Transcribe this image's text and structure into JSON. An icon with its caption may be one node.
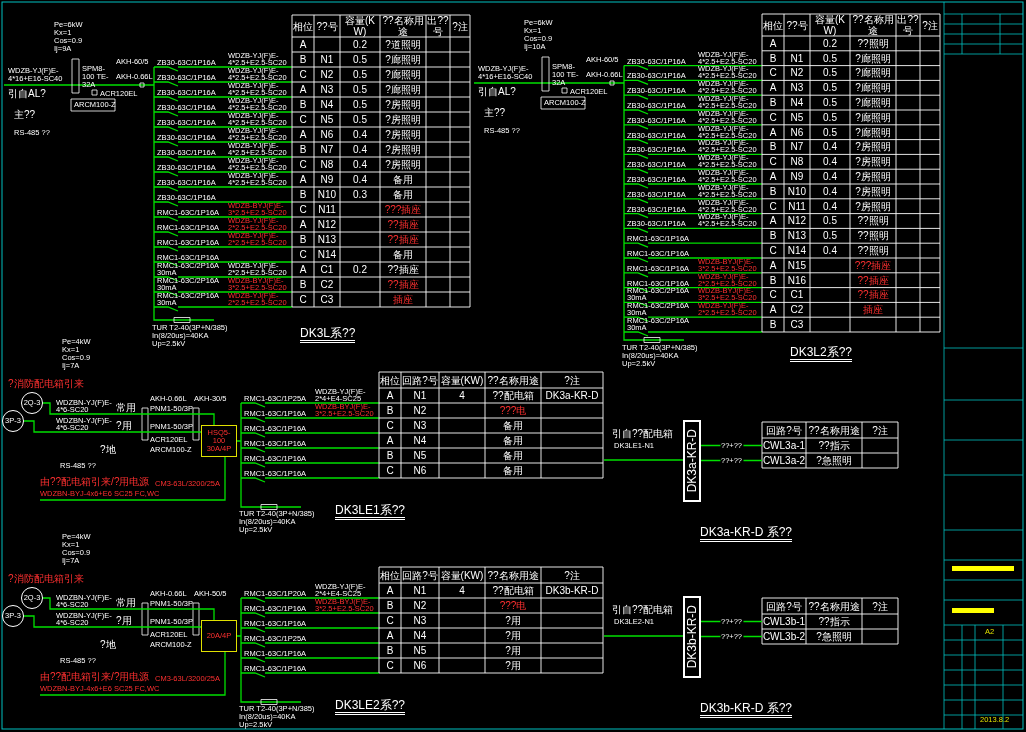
{
  "diagram": {
    "nodes": [
      {
        "text": [
          "DK3a-KR-D"
        ]
      },
      {
        "text": [
          "DK3b-KR-D"
        ]
      },
      {
        "text": [
          "HSQ5-100 30A/4P"
        ]
      },
      {
        "text": [
          "20A/4P"
        ]
      },
      {
        "text": [
          "2Q-3"
        ]
      },
      {
        "text": [
          "3P-3"
        ]
      },
      {
        "text": [
          "2Q-3"
        ]
      },
      {
        "text": [
          "3P-3"
        ]
      },
      {
        "text": [
          "CWL3a-1"
        ]
      },
      {
        "text": [
          "CWL3a-2"
        ]
      },
      {
        "text": [
          "CWL3b-1"
        ]
      },
      {
        "text": [
          "CWL3b-2"
        ]
      }
    ],
    "edges": [
      {
        "from": null,
        "to": 0,
        "arrow": "none"
      },
      {
        "from": 0,
        "to": 8,
        "arrow": "none",
        "label": "??+??"
      },
      {
        "from": 0,
        "to": 9,
        "arrow": "none",
        "label": "??+??"
      },
      {
        "from": null,
        "to": 1,
        "arrow": "none"
      },
      {
        "from": 1,
        "to": 10,
        "arrow": "none",
        "label": "??+??"
      },
      {
        "from": 1,
        "to": 11,
        "arrow": "none",
        "label": "??+??"
      },
      {
        "from": 4,
        "to": 2,
        "arrow": "none"
      },
      {
        "from": 5,
        "to": 2,
        "arrow": "none"
      },
      {
        "from": 6,
        "to": 3,
        "arrow": "none"
      },
      {
        "from": 7,
        "to": 3,
        "arrow": "none"
      }
    ],
    "labels": [
      "Pe=6kW Kx=1 Cos=0.9 Ij=9A",
      "WDZB-YJ(F)E-4*16+E16-SC40",
      "引自AL?",
      "SPM8-100 TE-32A",
      "AKH-0.66L",
      "AKH-60/5",
      "ACR120EL",
      "ARCM100-Z",
      "主??",
      "RS-485 ??",
      "ZB30-63C/1P16A",
      "WDZB-YJ(F)E-4*2.5+E2.5-SC20",
      "ZB30-63C/1P16A",
      "WDZB-YJ(F)E-4*2.5+E2.5-SC20",
      "ZB30-63C/1P16A",
      "WDZB-YJ(F)E-4*2.5+E2.5-SC20",
      "ZB30-63C/1P16A",
      "WDZB-YJ(F)E-4*2.5+E2.5-SC20",
      "ZB30-63C/1P16A",
      "WDZB-YJ(F)E-4*2.5+E2.5-SC20",
      "ZB30-63C/1P16A",
      "WDZB-YJ(F)E-4*2.5+E2.5-SC20",
      "ZB30-63C/1P16A",
      "WDZB-YJ(F)E-4*2.5+E2.5-SC20",
      "ZB30-63C/1P16A",
      "WDZB-YJ(F)E-4*2.5+E2.5-SC20",
      "ZB30-63C/1P16A",
      "WDZB-YJ(F)E-4*2.5+E2.5-SC20",
      "ZB30-63C/1P16A",
      "RMC1-63C/1P16A",
      "WDZB-BYJ(F)E-3*2.5+E2.5-SC20",
      "RMC1-63C/1P16A",
      "WDZB-YJ(F)E-2*2.5+E2.5-SC20",
      "RMC1-63C/1P16A",
      "WDZB-YJ(F)E-2*2.5+E2.5-SC20",
      "RMC1-63C/1P16A",
      "RMC1-63C/2P16A 30mA",
      "WDZB-YJ(F)E-2*2.5+E2.5-SC20",
      "RMC1-63C/2P16A 30mA",
      "WDZB-BYJ(F)E-3*2.5+E2.5-SC20",
      "RMC1-63C/2P16A 30mA",
      "WDZB-YJ(F)E-2*2.5+E2.5-SC20",
      "相位",
      "??号",
      "容量(KW)",
      "??名称用途",
      "出??号",
      "?注",
      "A",
      "0.2",
      "?道照明",
      "B",
      "N1",
      "0.5",
      "?廊照明",
      "C",
      "N2",
      "0.5",
      "?廊照明",
      "A",
      "N3",
      "0.5",
      "?廊照明",
      "B",
      "N4",
      "0.5",
      "?房照明",
      "C",
      "N5",
      "0.5",
      "?房照明",
      "A",
      "N6",
      "0.4",
      "?房照明",
      "B",
      "N7",
      "0.4",
      "?房照明",
      "C",
      "N8",
      "0.4",
      "?房照明",
      "A",
      "N9",
      "0.4",
      "备用",
      "B",
      "N10",
      "0.3",
      "备用",
      "C",
      "N11",
      "???插座",
      "A",
      "N12",
      "??插座",
      "B",
      "N13",
      "??插座",
      "C",
      "N14",
      "备用",
      "A",
      "C1",
      "0.2",
      "??插座",
      "B",
      "C2",
      "??插座",
      "C",
      "C3",
      "插座",
      "TUR T2-40(3P+N/385)",
      "In(8/20us)=40KA",
      "Up=2.5kV",
      "DK3L系??",
      "Pe=6kW Kx=1 Cos=0.9 Ij=10A",
      "WDZB-YJ(F)E-4*16+E16-SC40",
      "引自AL?",
      "SPM8-100 TE-32A",
      "AKH-0.66L",
      "AKH-60/5",
      "ACR120EL",
      "ARCM100-Z",
      "主??",
      "RS-485 ??",
      "ZB30-63C/1P16A",
      "WDZB-YJ(F)E-4*2.5+E2.5-SC20",
      "ZB30-63C/1P16A",
      "WDZB-YJ(F)E-4*2.5+E2.5-SC20",
      "ZB30-63C/1P16A",
      "WDZB-YJ(F)E-4*2.5+E2.5-SC20",
      "ZB30-63C/1P16A",
      "WDZB-YJ(F)E-4*2.5+E2.5-SC20",
      "ZB30-63C/1P16A",
      "WDZB-YJ(F)E-4*2.5+E2.5-SC20",
      "ZB30-63C/1P16A",
      "WDZB-YJ(F)E-4*2.5+E2.5-SC20",
      "ZB30-63C/1P16A",
      "WDZB-YJ(F)E-4*2.5+E2.5-SC20",
      "ZB30-63C/1P16A",
      "WDZB-YJ(F)E-4*2.5+E2.5-SC20",
      "ZB30-63C/1P16A",
      "WDZB-YJ(F)E-4*2.5+E2.5-SC20",
      "ZB30-63C/1P16A",
      "WDZB-YJ(F)E-4*2.5+E2.5-SC20",
      "ZB30-63C/1P16A",
      "WDZB-YJ(F)E-4*2.5+E2.5-SC20",
      "ZB30-63C/1P16A",
      "WDZB-YJ(F)E-4*2.5+E2.5-SC20",
      "RMC1-63C/1P16A",
      "RMC1-63C/1P16A",
      "RMC1-63C/1P16A",
      "WDZB-BYJ(F)E-3*2.5+E2.5-SC20",
      "RMC1-63C/1P16A",
      "WDZB-YJ(F)E-2*2.5+E2.5-SC20",
      "RMC1-63C/2P16A 30mA",
      "WDZB-BYJ(F)E-3*2.5+E2.5-SC20",
      "RMC1-63C/2P16A 30mA",
      "WDZB-YJ(F)E-2*2.5+E2.5-SC20",
      "RMC1-63C/2P16A 30mA",
      "相位",
      "??号",
      "容量(KW)",
      "??名称用途",
      "出??号",
      "?注",
      "A",
      "0.2",
      "??照明",
      "B",
      "N1",
      "0.5",
      "?廊照明",
      "C",
      "N2",
      "0.5",
      "?廊照明",
      "A",
      "N3",
      "0.5",
      "?廊照明",
      "B",
      "N4",
      "0.5",
      "?廊照明",
      "C",
      "N5",
      "0.5",
      "?廊照明",
      "A",
      "N6",
      "0.5",
      "?廊照明",
      "B",
      "N7",
      "0.4",
      "?房照明",
      "C",
      "N8",
      "0.4",
      "?房照明",
      "A",
      "N9",
      "0.4",
      "?房照明",
      "B",
      "N10",
      "0.4",
      "?房照明",
      "C",
      "N11",
      "0.4",
      "?房照明",
      "A",
      "N12",
      "0.5",
      "??照明",
      "B",
      "N13",
      "0.5",
      "??照明",
      "C",
      "N14",
      "0.4",
      "??照明",
      "A",
      "N15",
      "???插座",
      "B",
      "N16",
      "??插座",
      "C",
      "C1",
      "??插座",
      "A",
      "C2",
      "插座",
      "B",
      "C3",
      "TUR T2-40(3P+N/385)",
      "In(8/20us)=40KA",
      "Up=2.5kV",
      "DK3L2系??",
      "Pe=4kW Kx=1 Cos=0.9 Ij=7A",
      "?消防配电箱引来",
      "WDZBN-YJ(F)E-4*6-SC20",
      "常用",
      "WDZBN-YJ(F)E-4*6-SC20",
      "?用",
      "PNM1-50/3P",
      "PNM1-50/3P",
      "AKH-0.66L",
      "AKH-30/5",
      "ACR120EL",
      "ARCM100-Z",
      "?地",
      "RS-485 ??",
      "由??配电箱引来/?用电源",
      "CM3-63L/3200/25A",
      "WDZBN-BYJ-4x6+E6 SC25 FC,WC",
      "RMC1-63C/1P25A",
      "WDZB-YJ(F)E-2*4+E4-SC25",
      "RMC1-63C/1P16A",
      "WDZB-BYJ(F)E-3*2.5+E2.5-SC20",
      "RMC1-63C/1P16A",
      "RMC1-63C/1P16A",
      "RMC1-63C/1P16A",
      "RMC1-63C/1P16A",
      "相位",
      "回路?号",
      "容量(KW)",
      "??名称用途",
      "?注",
      "A",
      "N1",
      "4",
      "??配电箱",
      "DK3a-KR-D",
      "B",
      "N2",
      "???电",
      "C",
      "N3",
      "备用",
      "A",
      "N4",
      "备用",
      "B",
      "N5",
      "备用",
      "C",
      "N6",
      "备用",
      "TUR T2-40(3P+N/385)",
      "In(8/20us)=40KA",
      "Up=2.5kV",
      "DK3LE1系??",
      "Pe=4kW Kx=1 Cos=0.9 Ij=7A",
      "?消防配电箱引来",
      "WDZBN-YJ(F)E-4*6-SC20",
      "常用",
      "WDZBN-YJ(F)E-4*6-SC20",
      "?用",
      "PNM1-50/3P",
      "PNM1-50/3P",
      "AKH-0.66L",
      "AKH-50/5",
      "ACR120EL",
      "ARCM100-Z",
      "?地",
      "RS-485 ??",
      "由??配电箱引来/?用电源",
      "CM3-63L/3200/25A",
      "WDZBN-BYJ-4x6+E6 SC25 FC,WC",
      "RMC1-63C/1P20A",
      "WDZB-YJ(F)E-2*4+E4-SC25",
      "RMC1-63C/1P16A",
      "WDZB-BYJ(F)E-3*2.5+E2.5-SC20",
      "RMC1-63C/1P16A",
      "RMC1-63C/1P25A",
      "RMC1-63C/1P16A",
      "RMC1-63C/1P16A",
      "相位",
      "回路?号",
      "容量(KW)",
      "??名称用途",
      "?注",
      "A",
      "N1",
      "4",
      "??配电箱",
      "DK3b-KR-D",
      "B",
      "N2",
      "???电",
      "C",
      "N3",
      "?用",
      "A",
      "N4",
      "?用",
      "B",
      "N5",
      "?用",
      "C",
      "N6",
      "?用",
      "TUR T2-40(3P+N/385)",
      "In(8/20us)=40KA",
      "Up=2.5kV",
      "DK3LE2系??",
      "引自??配电箱",
      "DK3LE1-N1",
      "回路?号",
      "??名称用途",
      "?注",
      "??指示",
      "?急照明",
      "DK3a-KR-D 系??",
      "引自??配电箱",
      "DK3LE2-N1",
      "回路?号",
      "??名称用途",
      "?注",
      "??指示",
      "?急照明",
      "DK3b-KR-D 系??",
      "A2",
      "2013.8.2"
    ]
  }
}
